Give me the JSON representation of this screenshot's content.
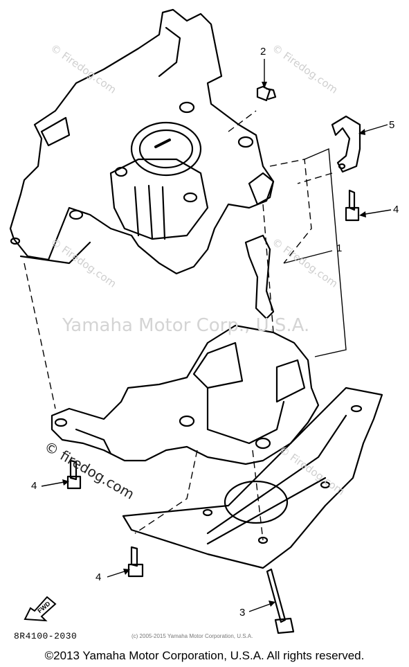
{
  "diagram": {
    "callouts": [
      "1",
      "2",
      "3",
      "4",
      "5"
    ],
    "bolt_callout_label": "4",
    "fwd_label": "FWD"
  },
  "watermarks": {
    "main": "Yamaha Motor Corp., U.S.A.",
    "site": "Firedog.com",
    "site_lower": "firedog.com",
    "site_symbol": "©"
  },
  "footer": {
    "code": "8R4100-2030",
    "small_copyright": "(c) 2005-2015 Yamaha Motor Corporation, U.S.A.",
    "copyright": "©2013 Yamaha Motor Corporation, U.S.A. All rights reserved."
  }
}
